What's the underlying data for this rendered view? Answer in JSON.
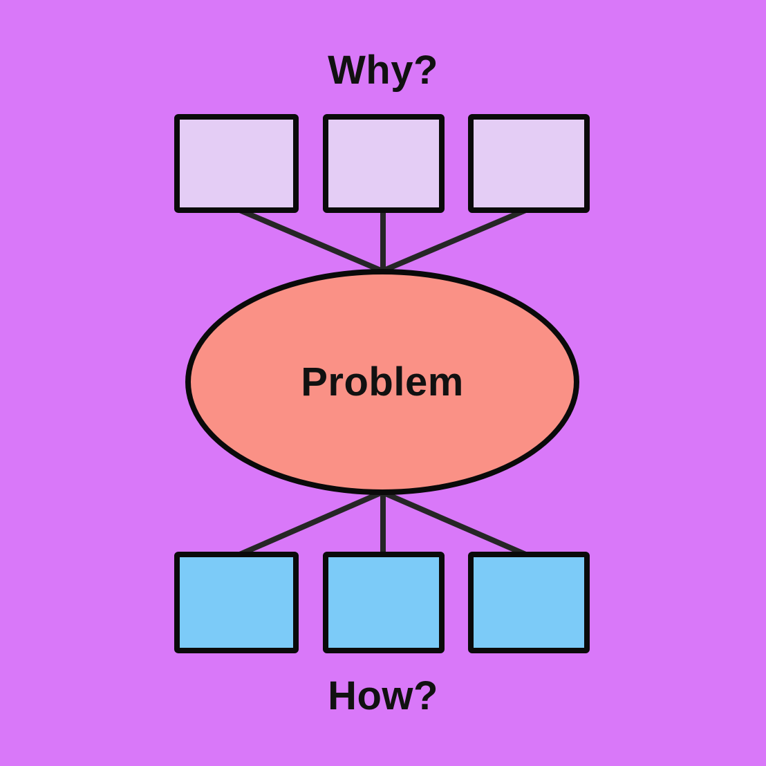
{
  "diagram": {
    "top_label": "Why?",
    "center_label": "Problem",
    "bottom_label": "How?",
    "colors": {
      "background": "#D978F9",
      "why_box_fill": "#E4CDF5",
      "how_box_fill": "#7CCBF8",
      "problem_fill": "#FA9186",
      "shape_border": "#0A0A0A",
      "connector": "#262626",
      "label_text": "#111111"
    },
    "why_boxes": [
      {
        "label": ""
      },
      {
        "label": ""
      },
      {
        "label": ""
      }
    ],
    "how_boxes": [
      {
        "label": ""
      },
      {
        "label": ""
      },
      {
        "label": ""
      }
    ]
  }
}
